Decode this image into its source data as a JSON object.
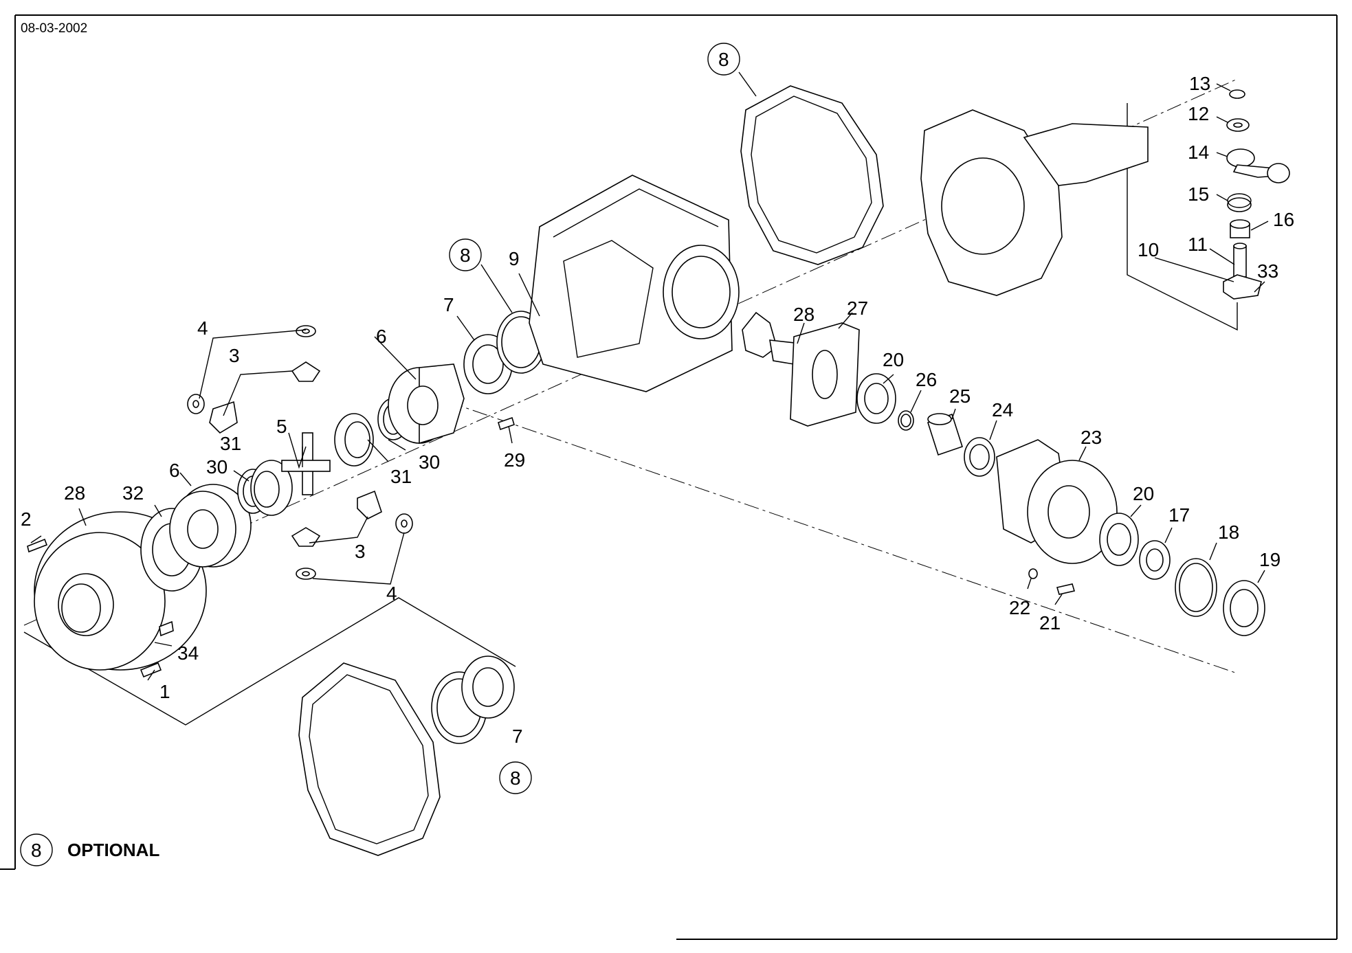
{
  "header": {
    "date": "08-03-2002"
  },
  "legend": {
    "marker": "8",
    "text": "OPTIONAL"
  },
  "callouts": {
    "c1": "1",
    "c2": "2",
    "c3a": "3",
    "c3b": "3",
    "c4a": "4",
    "c4b": "4",
    "c5": "5",
    "c6a": "6",
    "c6b": "6",
    "c7a": "7",
    "c7b": "7",
    "c8a": "8",
    "c8b": "8",
    "c8c": "8",
    "c9": "9",
    "c10": "10",
    "c11": "11",
    "c12": "12",
    "c13": "13",
    "c14": "14",
    "c15": "15",
    "c16": "16",
    "c17": "17",
    "c18": "18",
    "c19": "19",
    "c20a": "20",
    "c20b": "20",
    "c21": "21",
    "c22": "22",
    "c23": "23",
    "c24": "24",
    "c25": "25",
    "c26": "26",
    "c27": "27",
    "c28a": "28",
    "c28b": "28",
    "c29": "29",
    "c30a": "30",
    "c30b": "30",
    "c31a": "31",
    "c31b": "31",
    "c32": "32",
    "c33": "33",
    "c34": "34"
  }
}
